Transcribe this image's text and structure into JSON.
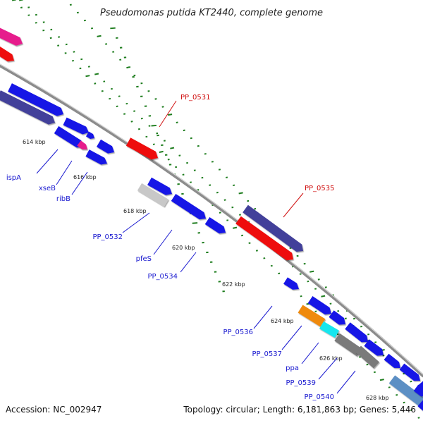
{
  "header": {
    "title": "Pseudomonas putida KT2440, complete genome"
  },
  "footer": {
    "accession": "Accession: NC_002947",
    "topology": "Topology: circular; Length: 6,181,863 bp; Genes: 5,446"
  },
  "colors": {
    "backbone": "#8c8c8c",
    "tick": "#1e7d1e",
    "label_blue": "#1a1ad0",
    "label_red": "#d01010",
    "gene_blue": "#1414e6",
    "gene_red": "#ee1111",
    "gene_navy": "#43409a",
    "gene_pink": "#e61a8c",
    "gene_orange": "#ef8a0e",
    "gene_cyan": "#18e6ee",
    "gene_gray": "#7a7a7a",
    "gene_lightgray": "#c8c8c8",
    "gene_steel": "#5b8fc4"
  },
  "kbp_labels": [
    "614 kbp",
    "616 kbp",
    "618 kbp",
    "620 kbp",
    "622 kbp",
    "624 kbp",
    "626 kbp",
    "628 kbp"
  ],
  "gene_labels": [
    "ispA",
    "xseB",
    "ribB",
    "PP_0531",
    "PP_0532",
    "pfeS",
    "PP_0534",
    "PP_0535",
    "PP_0536",
    "PP_0537",
    "ppa",
    "PP_0539",
    "PP_0540"
  ],
  "genes": [
    {
      "color": "#e61a8c"
    },
    {
      "color": "#ee1111"
    },
    {
      "color": "#1414e6"
    },
    {
      "color": "#43409a"
    },
    {
      "color": "#1414e6"
    },
    {
      "color": "#1414e6"
    },
    {
      "color": "#1414e6"
    },
    {
      "color": "#1414e6"
    },
    {
      "color": "#e61a8c"
    },
    {
      "color": "#1414e6"
    },
    {
      "color": "#1414e6"
    },
    {
      "color": "#ee1111"
    },
    {
      "color": "#1414e6"
    },
    {
      "color": "#c8c8c8"
    },
    {
      "color": "#1414e6"
    },
    {
      "color": "#1414e6"
    },
    {
      "color": "#43409a"
    },
    {
      "color": "#ee1111"
    },
    {
      "color": "#1414e6"
    },
    {
      "color": "#1414e6"
    },
    {
      "color": "#1414e6"
    },
    {
      "color": "#ef8a0e"
    },
    {
      "color": "#18e6ee"
    },
    {
      "color": "#1414e6"
    },
    {
      "color": "#1414e6"
    },
    {
      "color": "#7a7a7a"
    },
    {
      "color": "#7a7a7a"
    },
    {
      "color": "#1414e6"
    },
    {
      "color": "#1414e6"
    },
    {
      "color": "#1414e6"
    },
    {
      "color": "#5b8fc4"
    },
    {
      "color": "#1414e6"
    },
    {
      "color": "#1414e6"
    }
  ]
}
